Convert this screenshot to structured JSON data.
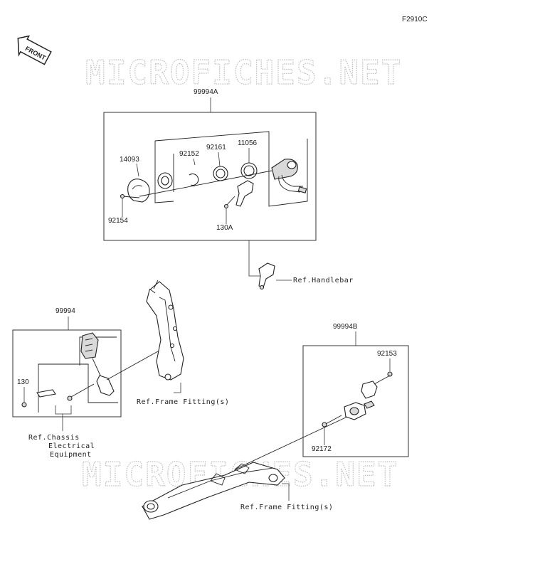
{
  "figure_code": "F2910C",
  "front_badge": "FRONT",
  "watermark": "MICROFICHES.NET",
  "assemblies": {
    "top": {
      "kit": "99994A",
      "parts": [
        "14093",
        "92152",
        "92161",
        "11056",
        "92154",
        "130A"
      ],
      "ref": "Ref.Handlebar"
    },
    "left": {
      "kit": "99994",
      "parts": [
        "130"
      ],
      "ref_chassis": [
        "Ref.Chassis",
        "Electrical",
        "Equipment"
      ],
      "ref_frame": "Ref.Frame Fitting(s)"
    },
    "right": {
      "kit": "99994B",
      "parts": [
        "92153",
        "92172"
      ],
      "ref_frame": "Ref.Frame Fitting(s)"
    }
  }
}
